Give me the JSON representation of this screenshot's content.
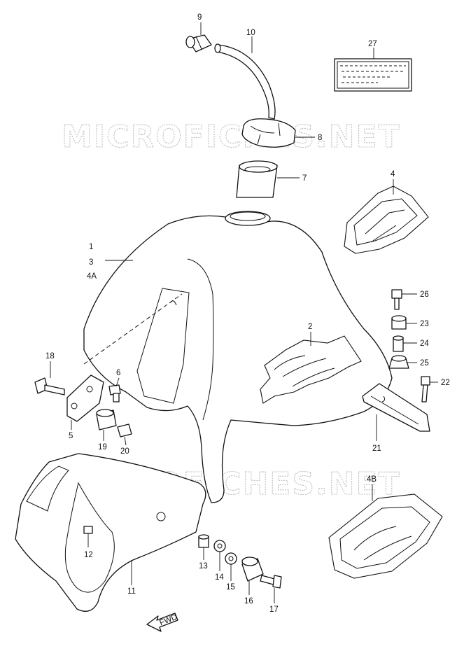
{
  "watermark": "MICROFICHES.NET",
  "fwd_label": "FWD",
  "callouts": {
    "c1": "1",
    "c2": "2",
    "c3": "3",
    "c4": "4",
    "c4a": "4A",
    "c4b": "4B",
    "c5": "5",
    "c6": "6",
    "c7": "7",
    "c8": "8",
    "c9": "9",
    "c10": "10",
    "c11": "11",
    "c12": "12",
    "c13": "13",
    "c14": "14",
    "c15": "15",
    "c16": "16",
    "c17": "17",
    "c18": "18",
    "c19": "19",
    "c20": "20",
    "c21": "21",
    "c22": "22",
    "c23": "23",
    "c24": "24",
    "c25": "25",
    "c26": "26",
    "c27": "27"
  }
}
